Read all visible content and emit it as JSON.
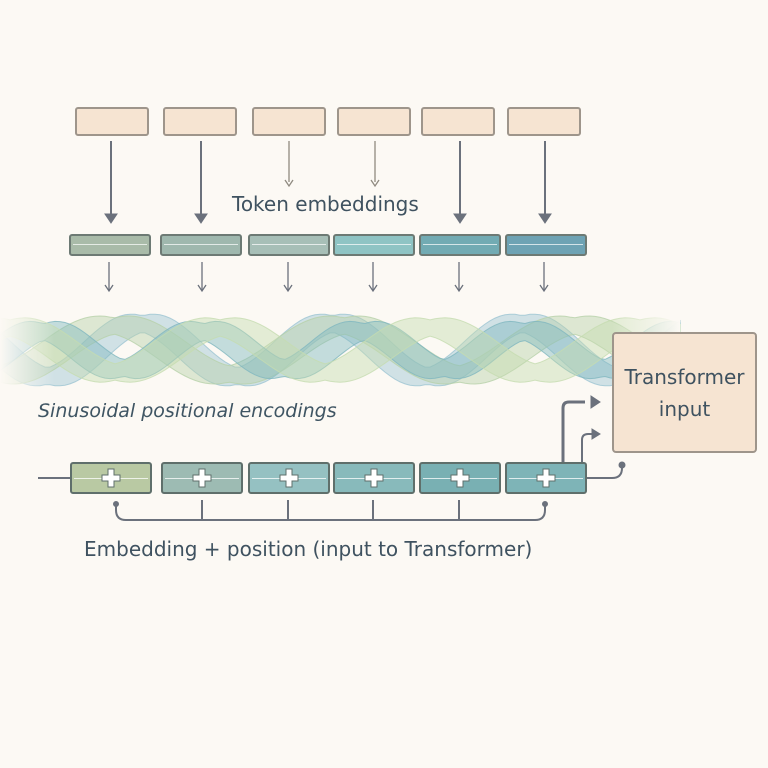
{
  "diagram": {
    "token_boxes": [
      {
        "label": ""
      },
      {
        "label": ""
      },
      {
        "label": ""
      },
      {
        "label": ""
      },
      {
        "label": ""
      },
      {
        "label": ""
      }
    ],
    "token_embeddings_label": "Token embeddings",
    "embedding_colors": [
      "#a9bba9",
      "#9fb8ae",
      "#a7bfb7",
      "#8fc4c4",
      "#72abb3",
      "#6ea3b4"
    ],
    "positional_label": "Sinusoidal positional encodings",
    "wave_colors": [
      "#9cc4d2",
      "#b7d1a9",
      "#7fb7bf",
      "#c5dcb0"
    ],
    "sum_colors": [
      "#b9c9a3",
      "#9dbbb3",
      "#95c1c2",
      "#88babb",
      "#79b0b3",
      "#7eb4b7"
    ],
    "sum_symbol": "+",
    "sum_label": "Embedding + position (input to Transformer)",
    "transformer": {
      "line1": "Transformer",
      "line2": "input"
    },
    "colors": {
      "arrow": "#6b717c",
      "token_fill": "#f6e4d2",
      "token_border": "#9e958b",
      "text": "#3f5260",
      "background": "#fcf9f4"
    }
  }
}
